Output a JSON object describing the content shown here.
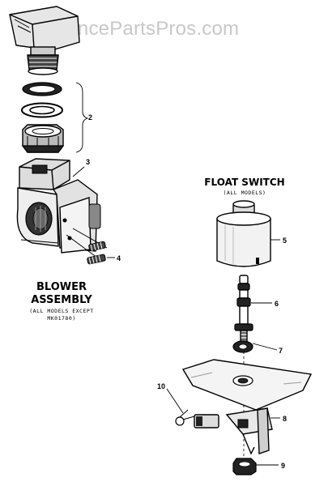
{
  "watermark": "AppliancePartsPros.com",
  "blower_assembly": {
    "title_line1": "BLOWER",
    "title_line2": "ASSEMBLY",
    "note_line1": "(ALL MODELS EXCEPT",
    "note_line2": "MK01780)"
  },
  "float_switch": {
    "title": "FLOAT SWITCH",
    "note": "(ALL MODELS)"
  },
  "callouts": [
    "2",
    "3",
    "4",
    "5",
    "6",
    "7",
    "8",
    "9",
    "10"
  ]
}
